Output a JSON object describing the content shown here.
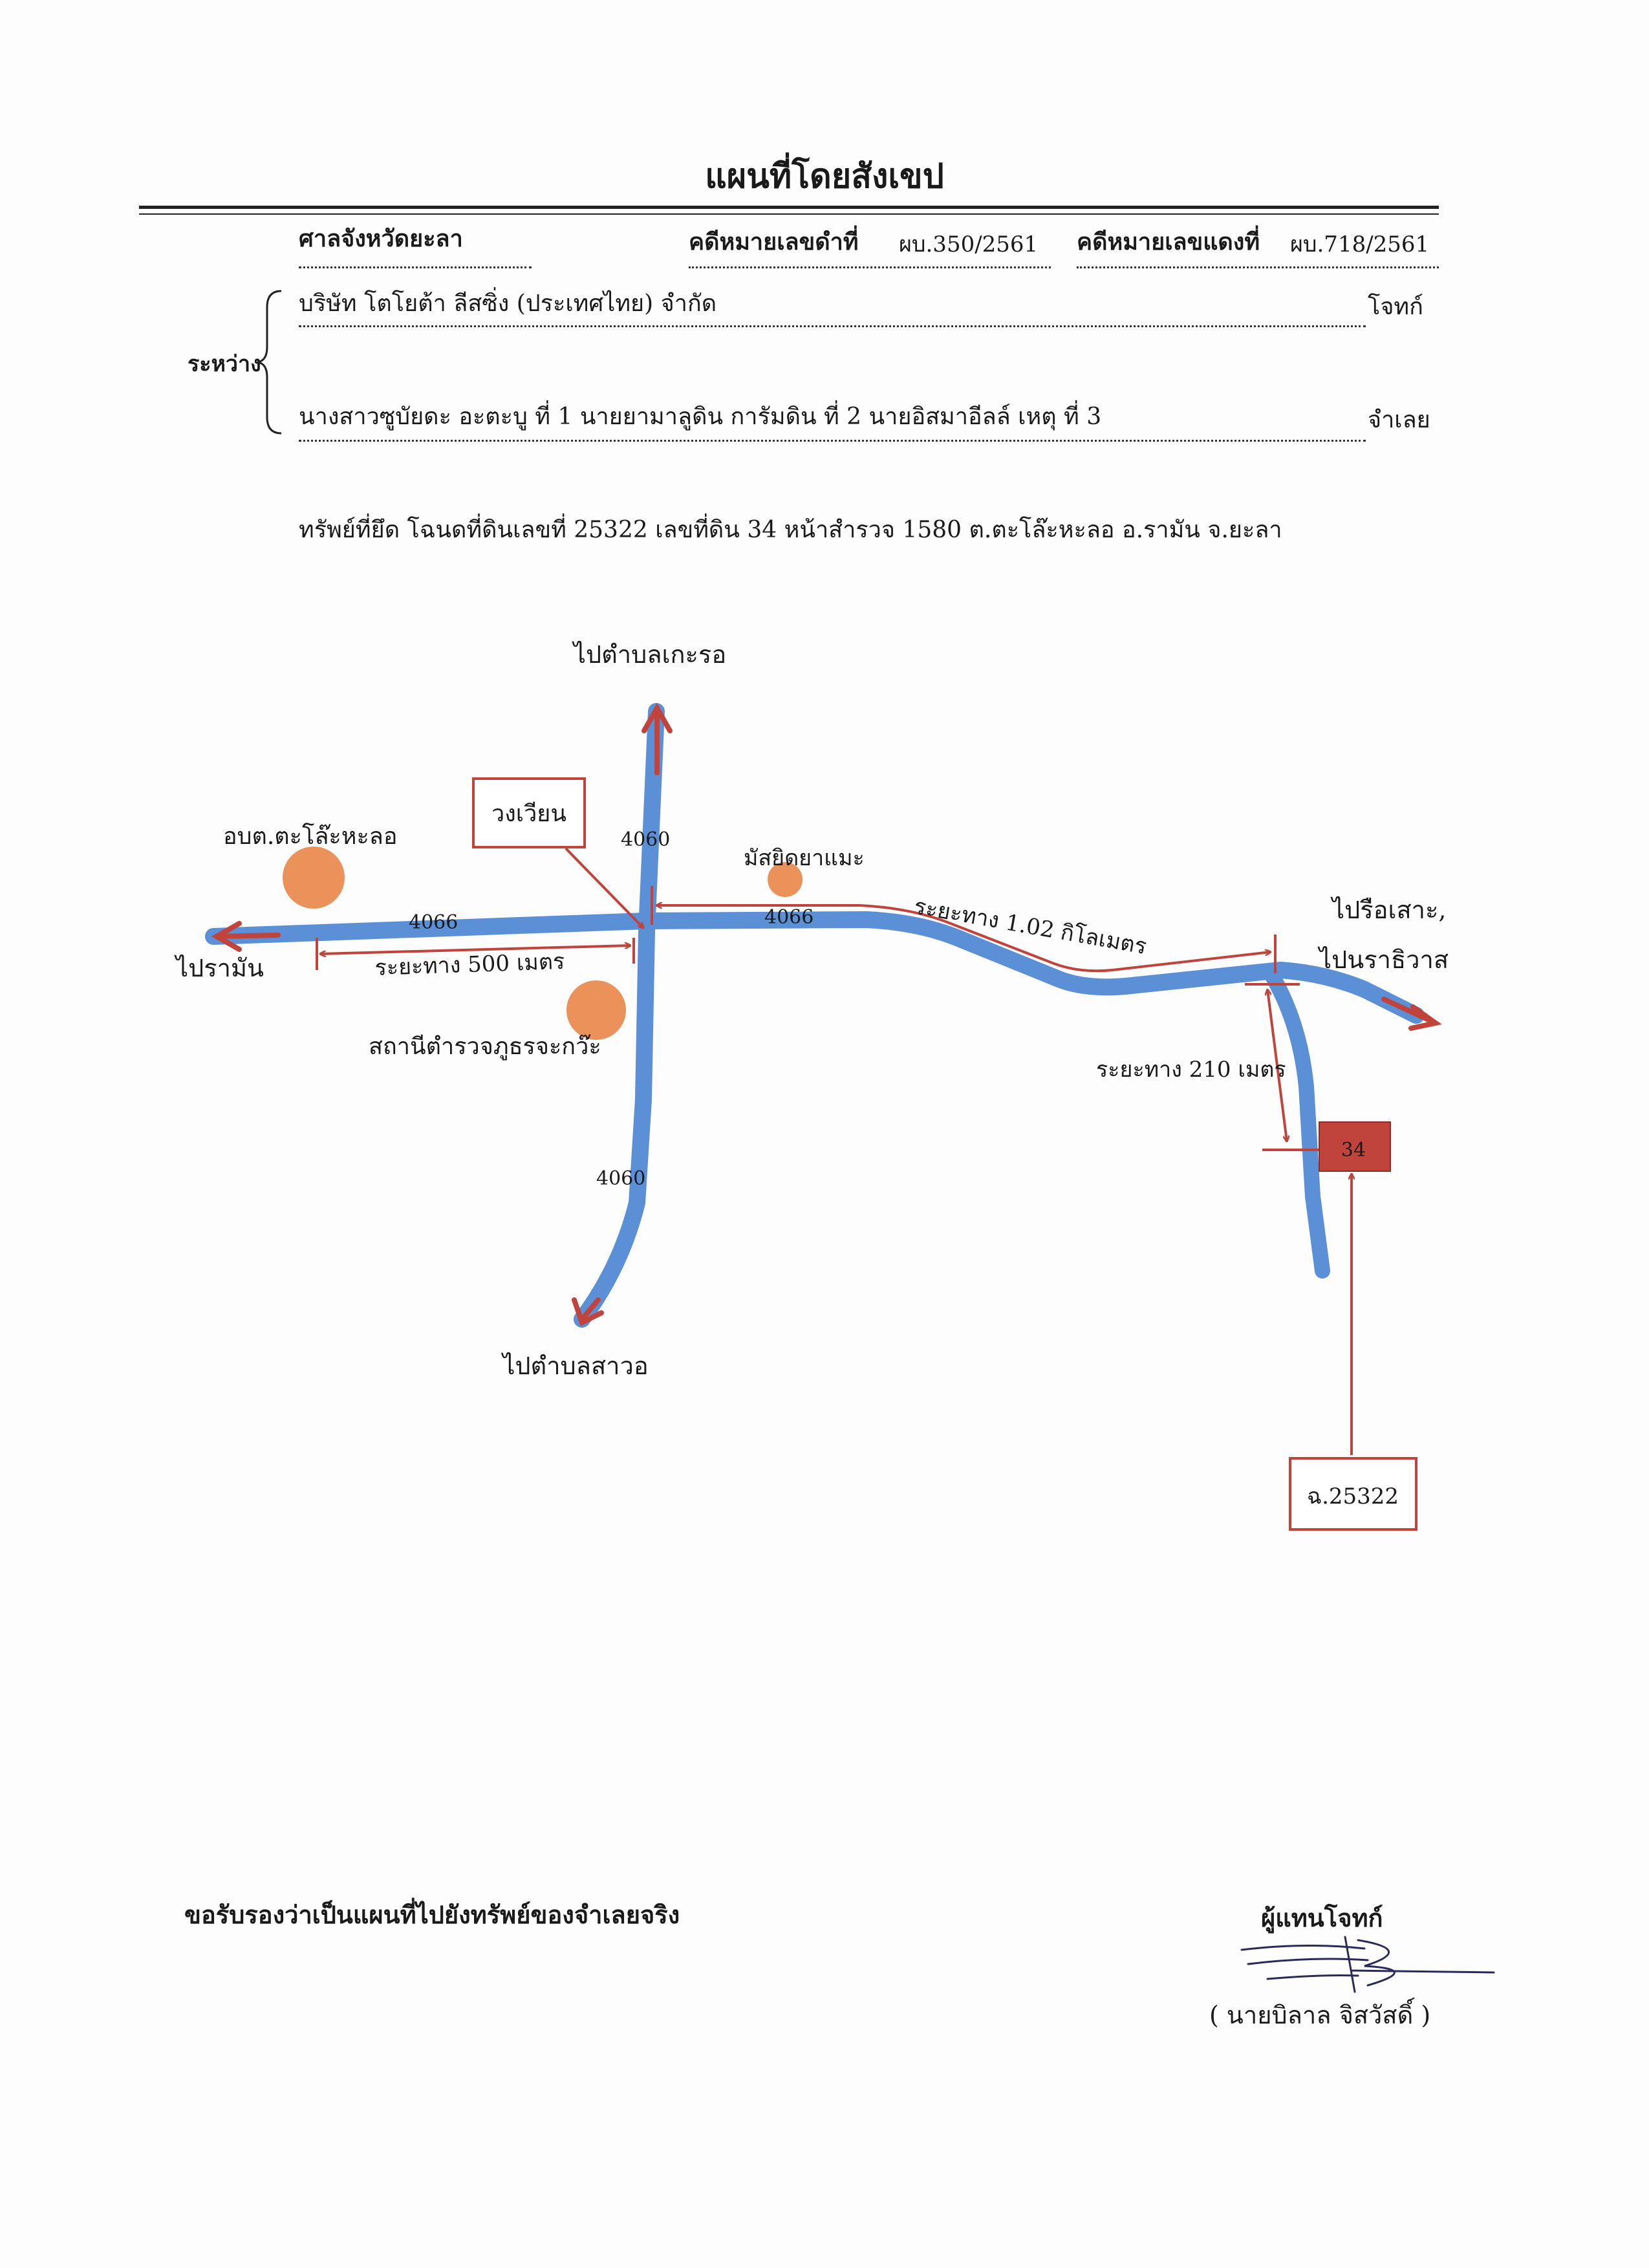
{
  "header": {
    "title": "แผนที่โดยสังเขป",
    "court": "ศาลจังหวัดยะลา",
    "black_case_label": "คดีหมายเลขดำที่",
    "black_case_no": "ผบ.350/2561",
    "red_case_label": "คดีหมายเลขแดงที่",
    "red_case_no": "ผบ.718/2561",
    "between_label": "ระหว่าง",
    "plaintiff_name": "บริษัท โตโยต้า ลีสซิ่ง (ประเทศไทย) จำกัด",
    "plaintiff_role": "โจทก์",
    "defendant_names": "นางสาวซูบัยดะ อะตะบู ที่ 1 นายยามาลูดิน การัมดิน ที่ 2 นายอิสมาอีลล์ เหตุ ที่ 3",
    "defendant_role": "จำเลย",
    "property_line": "ทรัพย์ที่ยึด โฉนดที่ดินเลขที่ 25322 เลขที่ดิน 34 หน้าสำรวจ 1580 ต.ตะโล๊ะหะลอ อ.รามัน จ.ยะลา"
  },
  "map": {
    "labels": {
      "to_north": "ไปตำบลเกะรอ",
      "to_south": "ไปตำบลสาวอ",
      "to_west": "ไปรามัน",
      "to_east_1": "ไปรือเสาะ,",
      "to_east_2": "ไปนราธิวาส",
      "roundabout": "วงเวียน",
      "sao_office": "อบต.ตะโล๊ะหะลอ",
      "mosque": "มัสยิดยาแมะ",
      "police_station": "สถานีตำรวจภูธรจะกว๊ะ",
      "road_4060_north": "4060",
      "road_4060_south": "4060",
      "road_4066_west": "4066",
      "road_4066_east": "4066",
      "dist_500": "ระยะทาง 500 เมตร",
      "dist_1_02": "ระยะทาง 1.02 กิโลเมตร",
      "dist_210": "ระยะทาง 210 เมตร",
      "parcel_no": "34",
      "deed_no": "ฉ.25322"
    },
    "colors": {
      "road": "#5b8fd6",
      "arrow": "#c0443c",
      "landmark": "#eb915a",
      "parcel": "#c0443c"
    }
  },
  "footer": {
    "certify_text": "ขอรับรองว่าเป็นแผนที่ไปยังทรัพย์ของจำเลยจริง",
    "rep_label": "ผู้แทนโจทก์",
    "rep_name": "( นายบิลาล จิสวัสดิ์ )"
  }
}
